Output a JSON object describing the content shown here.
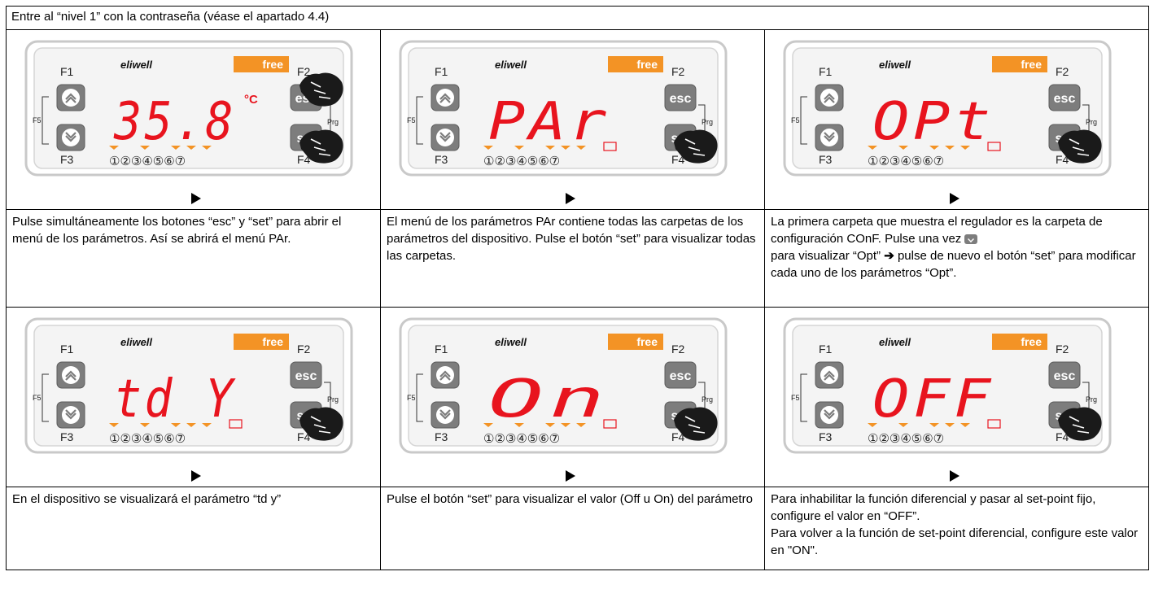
{
  "header": "Entre al “nivel 1” con la contraseña (véase el apartado 4.4)",
  "device": {
    "brand": "eliwell",
    "badge": "free",
    "keys": {
      "f1": "F1",
      "f2": "F2",
      "f3": "F3",
      "f4": "F4",
      "f5": "F5",
      "esc": "esc",
      "set": "set",
      "prg": "Prg"
    },
    "leds": "①②③④⑤⑥⑦",
    "display_color": "#e8141e",
    "badge_color": "#f39325"
  },
  "panels": [
    {
      "display": "35.8",
      "unit": "°C"
    },
    {
      "display": "PAr"
    },
    {
      "display": "OPt"
    },
    {
      "display": "td  Y"
    },
    {
      "display": "On"
    },
    {
      "display": "OFF"
    }
  ],
  "captions": {
    "c1": "Pulse simultáneamente los botones “esc” y “set” para abrir el menú de los parámetros. Así se abrirá el menú PAr.",
    "c2": "El menú de los parámetros PAr contiene todas las carpetas de los parámetros del dispositivo. Pulse el botón “set” para visualizar todas las carpetas.",
    "c3a": "La primera carpeta que muestra el regulador es la carpeta de configuración COnF. Pulse una vez",
    "c3b": "para visualizar “Opt”",
    "c3c": "pulse de nuevo el botón “set” para modificar cada uno de los parámetros “Opt”.",
    "c4": "En el dispositivo se visualizará el parámetro “td y”",
    "c5": "Pulse el botón “set” para visualizar el valor (Off u On) del parámetro",
    "c6a": "Para inhabilitar la función diferencial y pasar al set-point fijo, configure el valor en “OFF”.",
    "c6b": "Para volver a la función de set-point diferencial, configure este valor en \"ON\"."
  },
  "arrow_glyph": "➔"
}
